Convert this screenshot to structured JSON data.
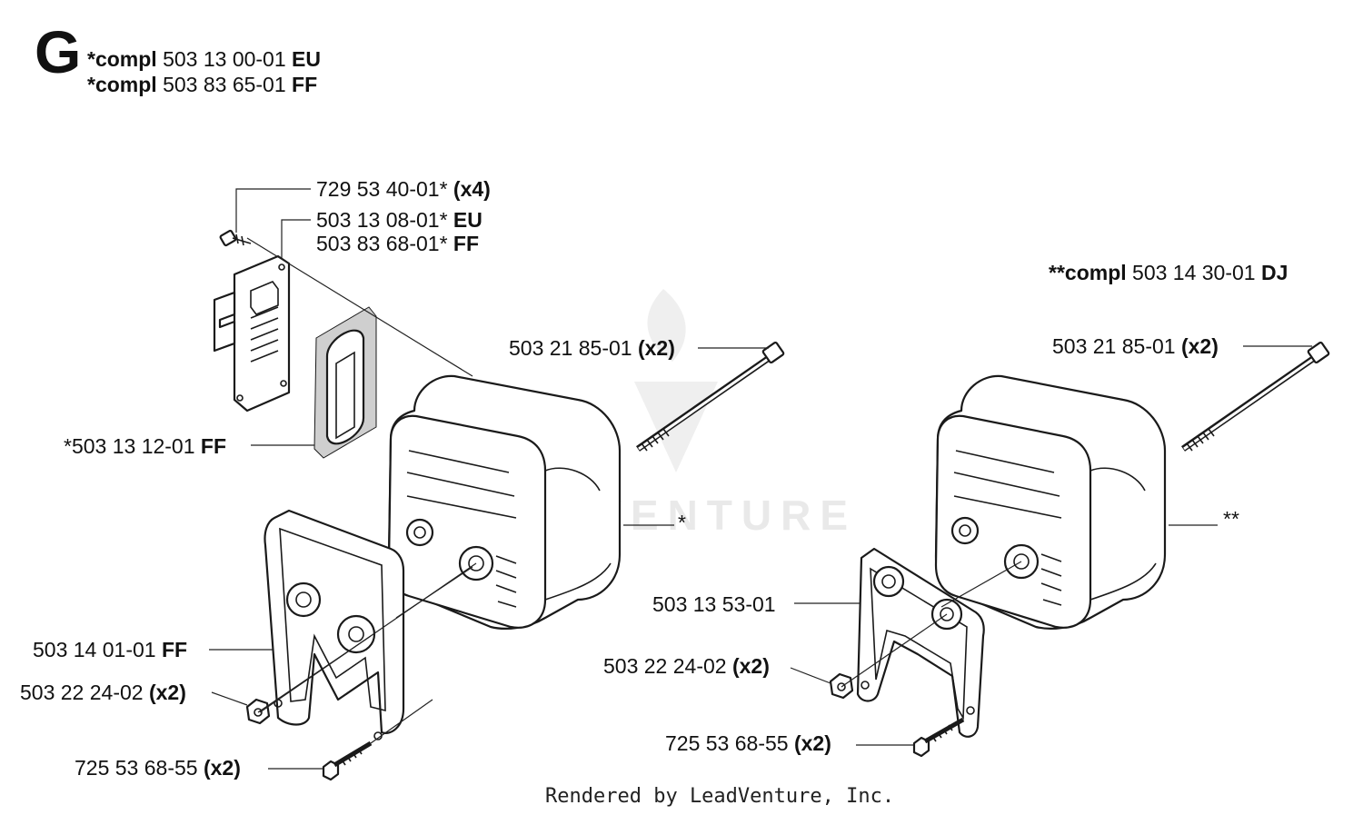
{
  "header": {
    "letter": "G",
    "compl_eu": {
      "prefix": "*compl",
      "number": " 503 13 00-01 ",
      "suffix": "EU"
    },
    "compl_ff": {
      "prefix": "*compl",
      "number": " 503 83 65-01 ",
      "suffix": "FF"
    }
  },
  "left_assembly": {
    "screw_top": {
      "number": "729 53 40-01* ",
      "qty": "(x4)"
    },
    "deflector_eu": {
      "number": "503 13 08-01* ",
      "suffix": "EU"
    },
    "deflector_ff": {
      "number": "503 83 68-01* ",
      "suffix": "FF"
    },
    "screen": {
      "number": "*503 13 12-01 ",
      "suffix": "FF"
    },
    "bolt": {
      "number": "503 21 85-01 ",
      "qty": "(x2)"
    },
    "muffler_ref": "*",
    "gasket": {
      "number": "503 14 01-01 ",
      "suffix": "FF"
    },
    "nut": {
      "number": "503 22 24-02 ",
      "qty": "(x2)"
    },
    "screw_bottom": {
      "number": "725 53 68-55 ",
      "qty": "(x2)"
    }
  },
  "right_assembly": {
    "compl_dj": {
      "prefix": "**compl",
      "number": " 503 14 30-01 ",
      "suffix": "DJ"
    },
    "bolt": {
      "number": "503 21 85-01 ",
      "qty": "(x2)"
    },
    "muffler_ref": "**",
    "gasket": {
      "number": "503 13 53-01"
    },
    "nut": {
      "number": "503 22 24-02 ",
      "qty": "(x2)"
    },
    "screw": {
      "number": "725 53 68-55 ",
      "qty": "(x2)"
    }
  },
  "watermark": "LEADVENTURE",
  "footer": "Rendered by LeadVenture, Inc."
}
